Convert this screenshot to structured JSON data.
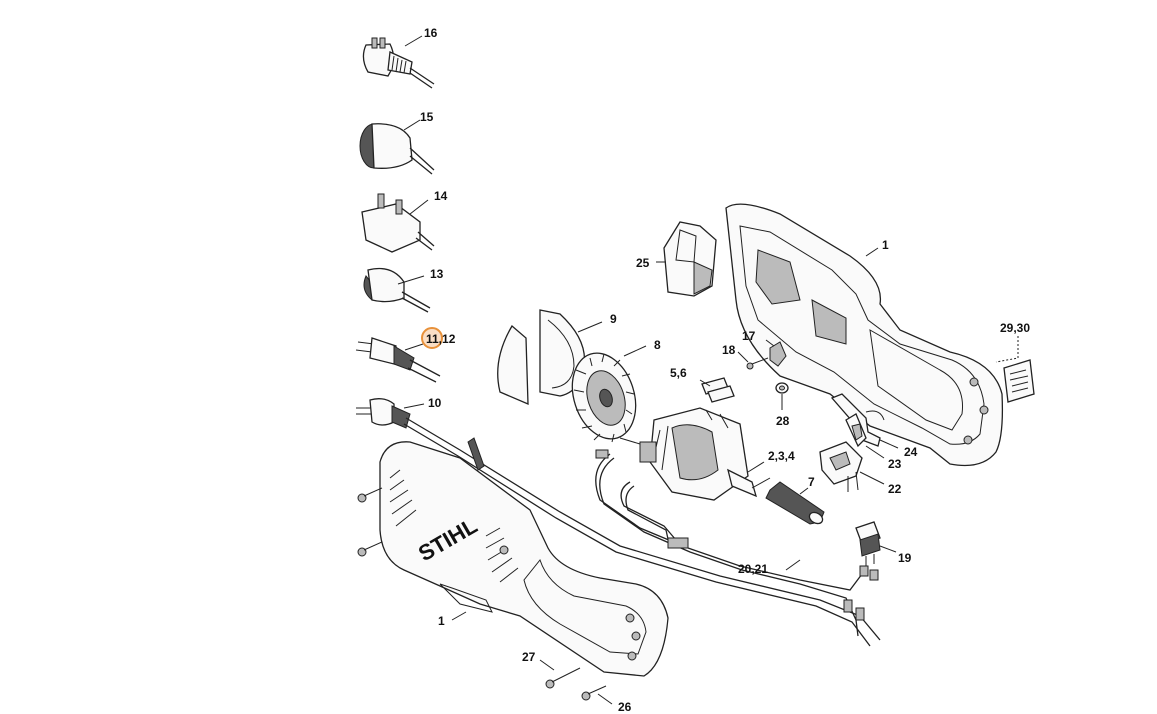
{
  "highlight_color": "#e8913a",
  "labels": {
    "p16": "16",
    "p15": "15",
    "p14": "14",
    "p13": "13",
    "p11_12": "11,12",
    "p10": "10",
    "p9": "9",
    "p8": "8",
    "p25": "25",
    "p1_top": "1",
    "p17": "17",
    "p18": "18",
    "p5_6": "5,6",
    "p28": "28",
    "p29_30": "29,30",
    "p2_3_4": "2,3,4",
    "p7": "7",
    "p24": "24",
    "p23": "23",
    "p22": "22",
    "p19": "19",
    "p20_21": "20,21",
    "p1_bottom": "1",
    "p27": "27",
    "p26": "26"
  },
  "logo_text": "STIHL",
  "highlighted_part": "11,12"
}
